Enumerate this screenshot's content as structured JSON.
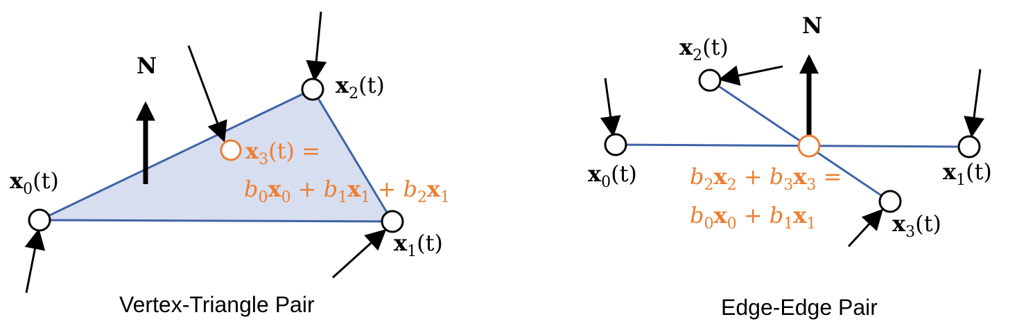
{
  "colors": {
    "edge": "#3f62a6",
    "face": "#d6deef",
    "highlight": "#ed7d31",
    "ink": "#000000"
  },
  "normal_label": "N",
  "vertex_triangle": {
    "caption": "Vertex-Triangle Pair",
    "labels": {
      "x0": "x",
      "x1": "x",
      "x2": "x",
      "x3": "x"
    },
    "subscripts": {
      "x0": "0",
      "x1": "1",
      "x2": "2",
      "x3": "3"
    },
    "time_arg": "(t)",
    "equation_line1_suffix": " =",
    "equation_line2": [
      {
        "coef": "b",
        "sub": "0",
        "var": "x",
        "vsub": "0",
        "op": " + "
      },
      {
        "coef": "b",
        "sub": "1",
        "var": "x",
        "vsub": "1",
        "op": " + "
      },
      {
        "coef": "b",
        "sub": "2",
        "var": "x",
        "vsub": "1",
        "op": ""
      }
    ]
  },
  "edge_edge": {
    "caption": "Edge-Edge Pair",
    "labels": {
      "x0": "x",
      "x1": "x",
      "x2": "x",
      "x3": "x"
    },
    "subscripts": {
      "x0": "0",
      "x1": "1",
      "x2": "2",
      "x3": "3"
    },
    "time_arg": "(t)",
    "equation_line1": [
      {
        "coef": "b",
        "sub": "2",
        "var": "x",
        "vsub": "2",
        "op": " + "
      },
      {
        "coef": "b",
        "sub": "3",
        "var": "x",
        "vsub": "3",
        "op": " ="
      }
    ],
    "equation_line2": [
      {
        "coef": "b",
        "sub": "0",
        "var": "x",
        "vsub": "0",
        "op": " + "
      },
      {
        "coef": "b",
        "sub": "1",
        "var": "x",
        "vsub": "1",
        "op": ""
      }
    ]
  }
}
